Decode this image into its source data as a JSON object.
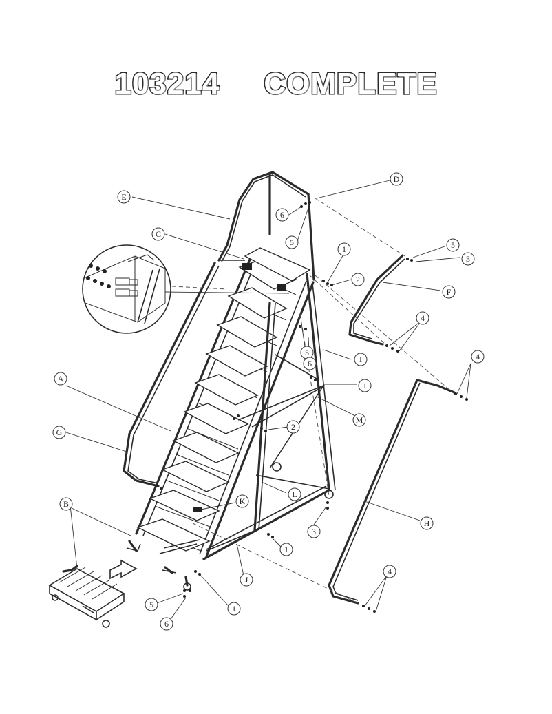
{
  "title": {
    "part_number": "103214",
    "label": "COMPLETE"
  },
  "callouts": {
    "A": "A",
    "B": "B",
    "C": "C",
    "D": "D",
    "E": "E",
    "F": "F",
    "G": "G",
    "H": "H",
    "I": "I",
    "J": "J",
    "K": "K",
    "L": "L",
    "M": "M",
    "n1": "1",
    "n2": "2",
    "n3": "3",
    "n4": "4",
    "n5": "5",
    "n6": "6"
  },
  "colors": {
    "line": "#2b2b2b",
    "background": "#ffffff"
  }
}
